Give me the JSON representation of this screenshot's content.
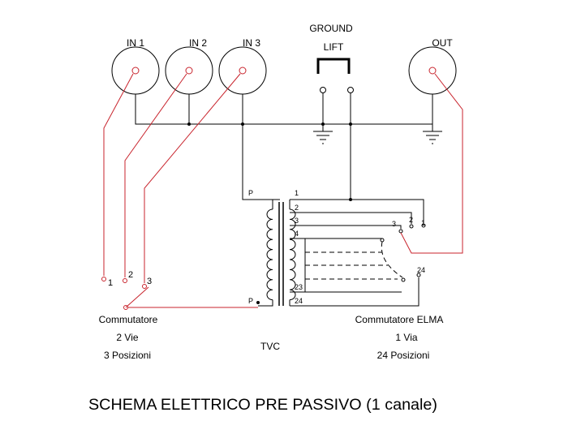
{
  "inputs": {
    "in1": "IN 1",
    "in2": "IN 2",
    "in3": "IN 3"
  },
  "output": "OUT",
  "ground_lift": {
    "line1": "GROUND",
    "line2": "LIFT"
  },
  "transformer": {
    "label": "TVC",
    "primary_top": "P",
    "primary_bottom": "P",
    "taps": [
      "1",
      "2",
      "3",
      "4",
      "23",
      "24"
    ]
  },
  "input_selector": {
    "positions": [
      "1",
      "2",
      "3"
    ],
    "lines": [
      "Commutatore",
      "2 Vie",
      "3 Posizioni"
    ]
  },
  "attenuator_selector": {
    "positions": [
      "3",
      "2",
      "1",
      "24"
    ],
    "lines": [
      "Commutatore ELMA",
      "1 Via",
      "24 Posizioni"
    ]
  },
  "title": "SCHEMA ELETTRICO PRE PASSIVO (1 canale)",
  "colors": {
    "wire": "#000000",
    "signal_wire": "#c8232c"
  }
}
